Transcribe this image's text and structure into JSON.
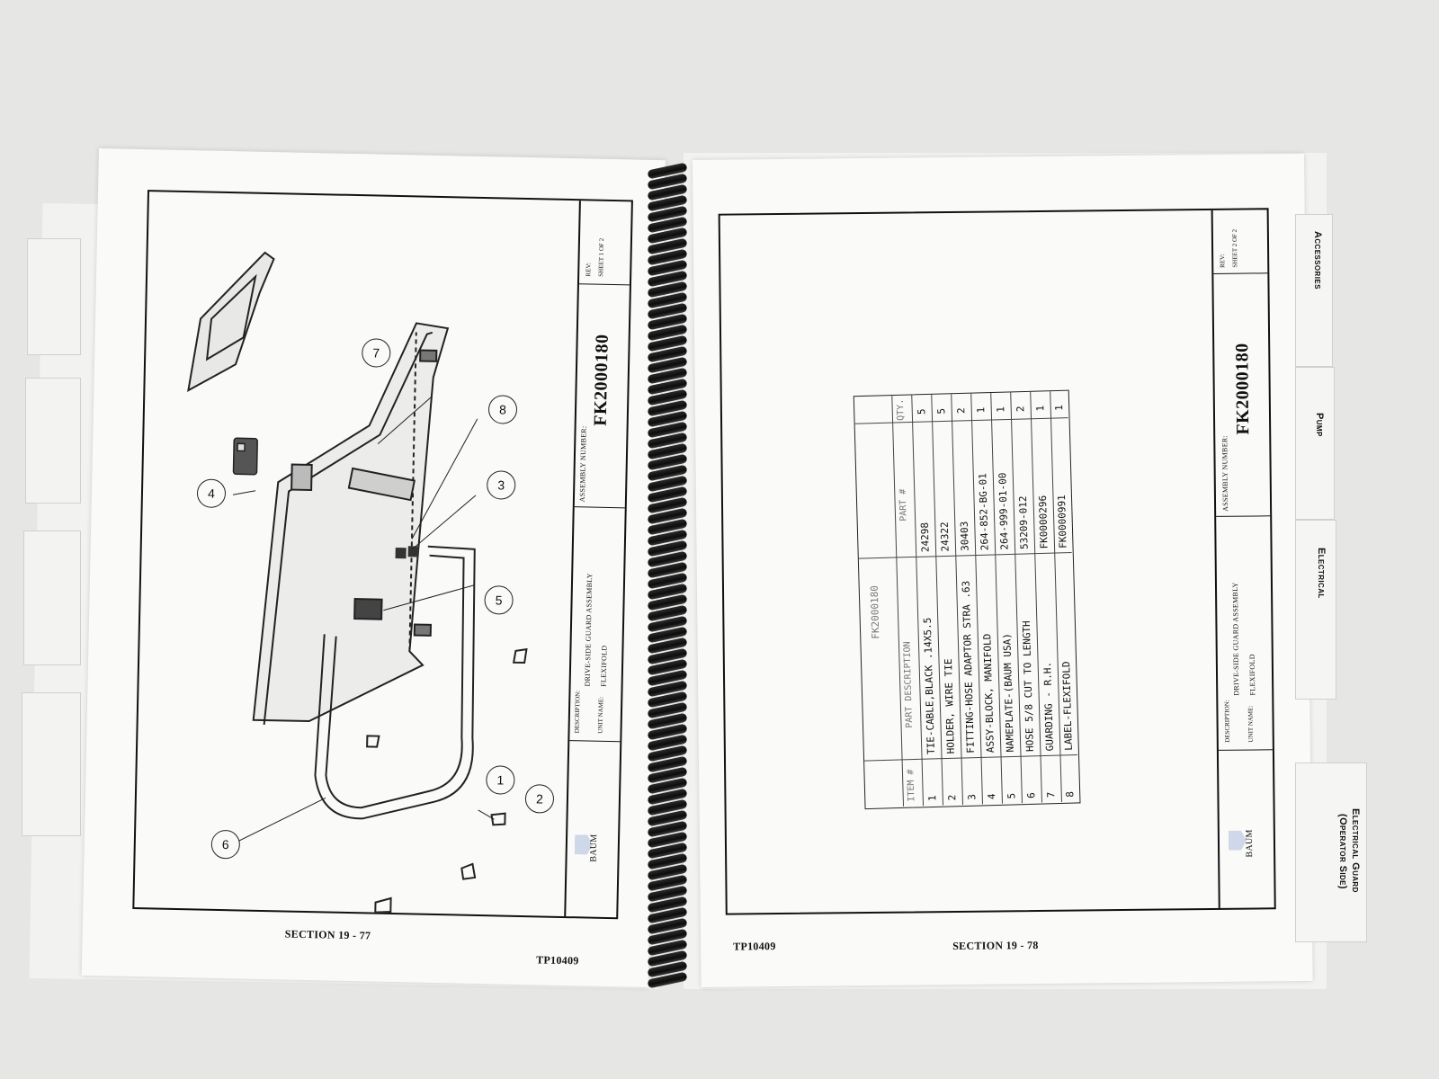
{
  "left_page": {
    "assembly_label": "ASSEMBLY NUMBER:",
    "assembly_number": "FK2000180",
    "rev_label": "REV:",
    "sheet": "SHEET 1 OF 2",
    "description_label": "DESCRIPTION:",
    "description": "DRIVE-SIDE GUARD ASSEMBLY",
    "unit_name_label": "UNIT NAME:",
    "unit_name": "FLEXIFOLD",
    "logo_text": "BAUM",
    "section": "SECTION 19 - 77",
    "doc_code": "TP10409",
    "callouts": [
      "1",
      "2",
      "3",
      "4",
      "5",
      "6",
      "7",
      "8"
    ]
  },
  "right_page": {
    "assembly_label": "ASSEMBLY NUMBER:",
    "assembly_number": "FK2000180",
    "rev_label": "REV:",
    "sheet": "SHEET 2 OF 2",
    "description_label": "DESCRIPTION:",
    "description": "DRIVE-SIDE GUARD ASSEMBLY",
    "unit_name_label": "UNIT NAME:",
    "unit_name": "FLEXIFOLD",
    "logo_text": "BAUM",
    "section": "SECTION 19 - 78",
    "doc_code": "TP10409",
    "parts_table": {
      "title": "FK2000180",
      "headers": {
        "item": "ITEM #",
        "desc": "PART DESCRIPTION",
        "part": "PART #",
        "qty": "QTY."
      },
      "rows": [
        {
          "item": "1",
          "desc": "TIE-CABLE,BLACK .14X5.5",
          "part": "24298",
          "qty": "5"
        },
        {
          "item": "2",
          "desc": "HOLDER, WIRE TIE",
          "part": "24322",
          "qty": "5"
        },
        {
          "item": "3",
          "desc": "FITTING-HOSE ADAPTOR STRA .63",
          "part": "30403",
          "qty": "2"
        },
        {
          "item": "4",
          "desc": "ASSY-BLOCK, MANIFOLD",
          "part": "264-852-BG-01",
          "qty": "1"
        },
        {
          "item": "5",
          "desc": "NAMEPLATE-(BAUM USA)",
          "part": "264-999-01-00",
          "qty": "1"
        },
        {
          "item": "6",
          "desc": "HOSE 5/8 CUT TO LENGTH",
          "part": "53209-012",
          "qty": "2"
        },
        {
          "item": "7",
          "desc": "GUARDING - R.H.",
          "part": "FK0000296",
          "qty": "1"
        },
        {
          "item": "8",
          "desc": "LABEL-FLEXIFOLD",
          "part": "FK0000991",
          "qty": "1"
        }
      ]
    }
  },
  "tabs": [
    "Accessories",
    "Pump",
    "Electrical",
    "Electrical Guard",
    "(Operator Side)"
  ],
  "colors": {
    "paper": "#fafaf8",
    "ink": "#111111",
    "binding": "#151515",
    "table_ink": "#333333"
  }
}
